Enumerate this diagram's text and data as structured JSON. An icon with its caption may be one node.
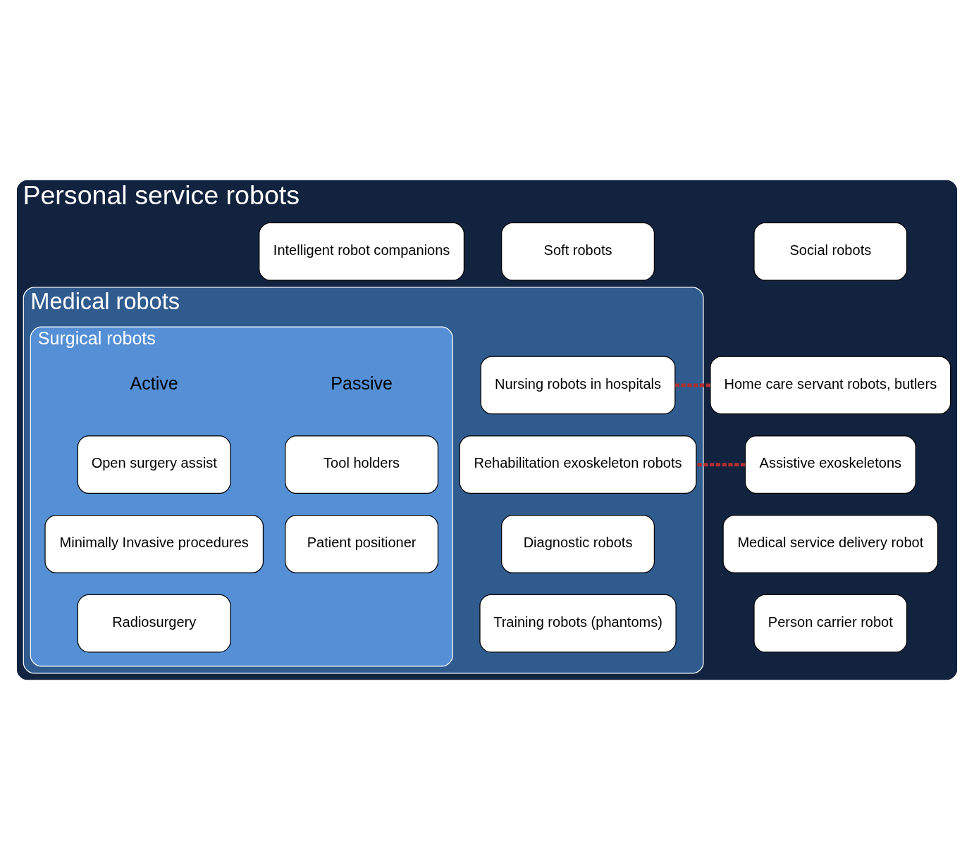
{
  "diagram": {
    "nodes": [
      {
        "text": [
          "Personal service robots"
        ]
      },
      {
        "text": [
          "Social robots"
        ],
        "in": 0
      },
      {
        "text": [
          "Soft robots"
        ],
        "in": 0
      },
      {
        "text": [
          "Intelligent robot companions"
        ],
        "in": 0
      },
      {
        "text": [
          "Home care servant robots, butlers"
        ],
        "in": 0
      },
      {
        "text": [
          "Assistive exoskeletons"
        ],
        "in": 0
      },
      {
        "text": [
          "Medical service delivery robot"
        ],
        "in": 0
      },
      {
        "text": [
          "Person carrier robot"
        ],
        "in": 0
      },
      {
        "text": [
          "Medical robots"
        ],
        "in": 0
      },
      {
        "text": [
          "Nursing robots in hospitals"
        ],
        "in": 8
      },
      {
        "text": [
          "Rehabilitation exoskeleton robots"
        ],
        "in": 8
      },
      {
        "text": [
          "Diagnostic robots"
        ],
        "in": 8
      },
      {
        "text": [
          "Training robots (phantoms)"
        ],
        "in": 8
      },
      {
        "text": [
          "Surgical robots"
        ],
        "in": 8
      },
      {
        "text": [
          "Tool holders"
        ],
        "in": 13
      },
      {
        "text": [
          "Patient positioner"
        ],
        "in": 13
      },
      {
        "text": [
          "Open surgery assist"
        ],
        "in": 13
      },
      {
        "text": [
          "Minimally Invasive procedures"
        ],
        "in": 13
      },
      {
        "text": [
          "Radiosurgery"
        ],
        "in": 13
      }
    ],
    "edges": [
      {
        "from": 4,
        "to": 9,
        "arrow": "none",
        "style": "dashed",
        "color": "#b03030"
      },
      {
        "from": 5,
        "to": 10,
        "arrow": "none",
        "style": "dashed",
        "color": "#b03030"
      }
    ],
    "labels": [
      "Passive",
      "Active"
    ]
  }
}
